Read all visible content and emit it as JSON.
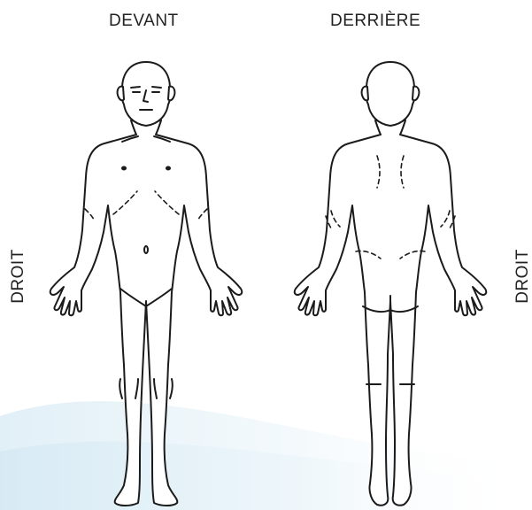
{
  "labels": {
    "front": "DEVANT",
    "back": "DERRIÈRE",
    "side_left": "DROIT",
    "side_right": "DROIT"
  },
  "colors": {
    "outline": "#1b1b1b",
    "text": "#222222",
    "wave": "#cfe6f2"
  }
}
